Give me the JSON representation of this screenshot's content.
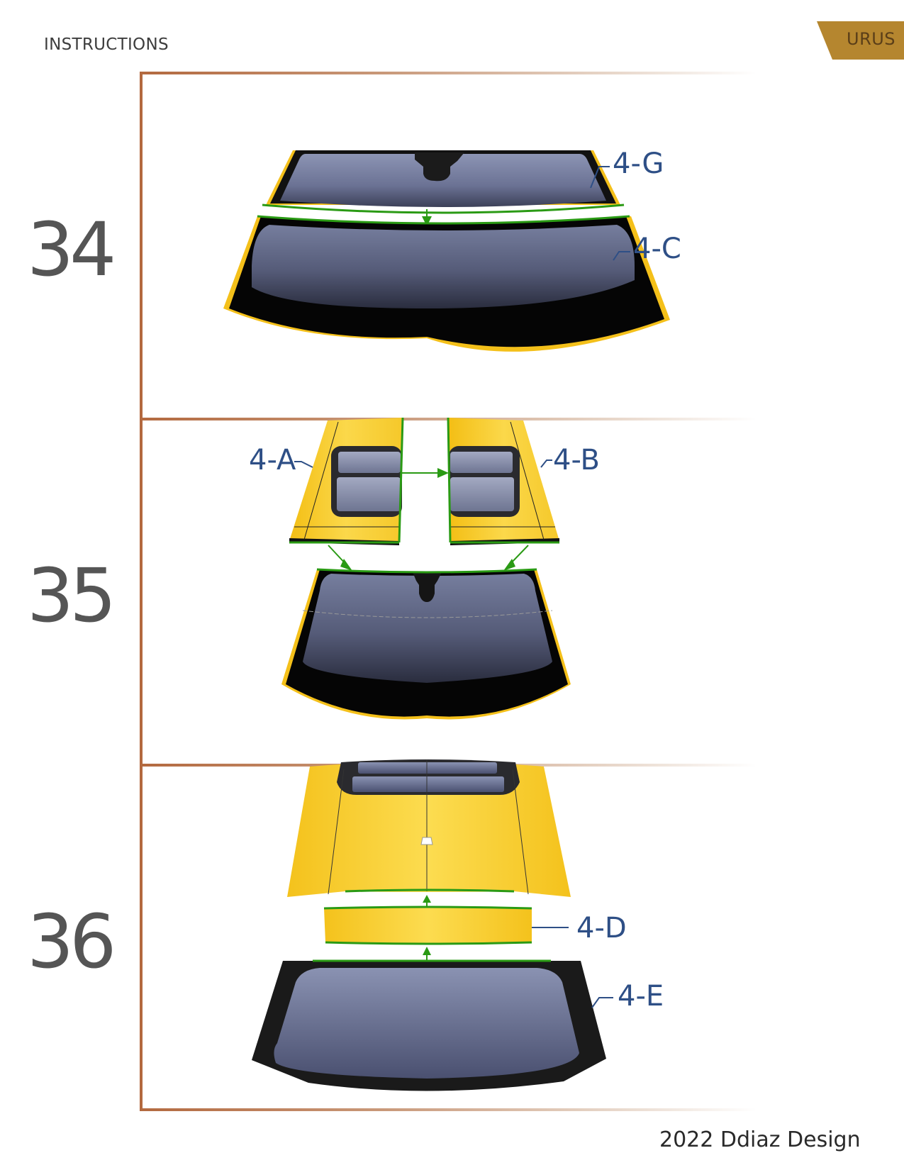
{
  "header": {
    "section_title": "INSTRUCTIONS",
    "model_badge": "URUS"
  },
  "colors": {
    "frame_line": "#b3693f",
    "badge": "#b5862f",
    "callout_text": "#2e4f86",
    "arrow_green": "#2a9a14",
    "part_yellow": "#f7c21e",
    "glass_blue": "#8088a8"
  },
  "steps": [
    {
      "number": "34",
      "parts": [
        {
          "label": "4-G",
          "description": "upper windshield strip"
        },
        {
          "label": "4-C",
          "description": "lower windshield section"
        }
      ],
      "icons": [
        "arrow-down-icon"
      ]
    },
    {
      "number": "35",
      "parts": [
        {
          "label": "4-A",
          "description": "left roof half with sunroof"
        },
        {
          "label": "4-B",
          "description": "right roof half with sunroof"
        }
      ],
      "icons": [
        "arrow-right-icon",
        "arrow-down-left-icon",
        "arrow-down-right-icon"
      ]
    },
    {
      "number": "36",
      "parts": [
        {
          "label": "4-D",
          "description": "rear roof strip"
        },
        {
          "label": "4-E",
          "description": "rear window"
        }
      ],
      "icons": [
        "arrow-up-icon",
        "arrow-up-icon"
      ]
    }
  ],
  "footer": {
    "credit": "2022 Ddiaz Design"
  }
}
